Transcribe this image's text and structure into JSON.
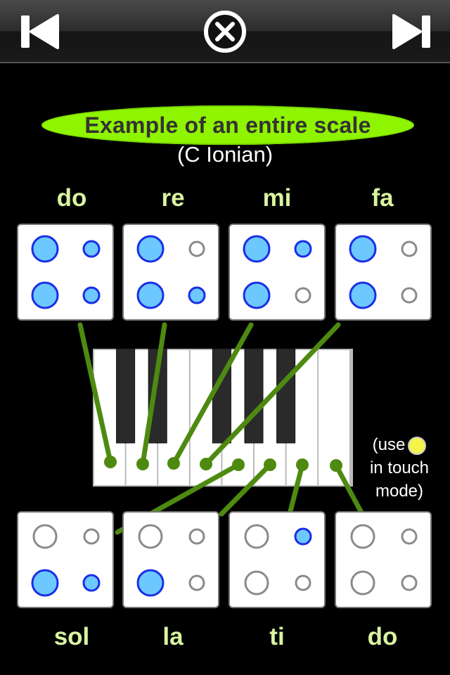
{
  "toolbar": {
    "prev_icon": "skip-back-icon",
    "close_icon": "close-circle-icon",
    "next_icon": "skip-forward-icon"
  },
  "header": {
    "title": "Example of an entire scale",
    "subtitle": "(C Ionian)"
  },
  "top_row": [
    {
      "label": "do",
      "dots": [
        "big-filled",
        "small-filled",
        "big-filled",
        "small-filled"
      ]
    },
    {
      "label": "re",
      "dots": [
        "big-filled",
        "small-empty",
        "big-filled",
        "small-filled"
      ]
    },
    {
      "label": "mi",
      "dots": [
        "big-filled",
        "small-filled",
        "big-filled",
        "small-empty"
      ]
    },
    {
      "label": "fa",
      "dots": [
        "big-filled",
        "small-empty",
        "big-filled",
        "small-empty"
      ]
    }
  ],
  "bottom_row": [
    {
      "label": "sol",
      "dots": [
        "big-empty",
        "small-empty",
        "big-filled",
        "small-filled"
      ]
    },
    {
      "label": "la",
      "dots": [
        "big-empty",
        "small-empty",
        "big-filled",
        "small-empty"
      ]
    },
    {
      "label": "ti",
      "dots": [
        "big-empty",
        "small-filled",
        "big-empty",
        "small-empty"
      ]
    },
    {
      "label": "do",
      "dots": [
        "big-empty",
        "small-empty",
        "big-empty",
        "small-empty"
      ]
    }
  ],
  "hint": {
    "line1": "(use",
    "line2": "in touch",
    "line3": "mode)"
  },
  "colors": {
    "accent_green": "#8ff400",
    "label_green": "#d8f5a0",
    "connector_green": "#4e8a10",
    "dot_fill": "#6cc8ff",
    "dot_stroke": "#1a2ee6",
    "empty_stroke": "#8a8a8a",
    "hint_dot": "#f4f44a"
  }
}
